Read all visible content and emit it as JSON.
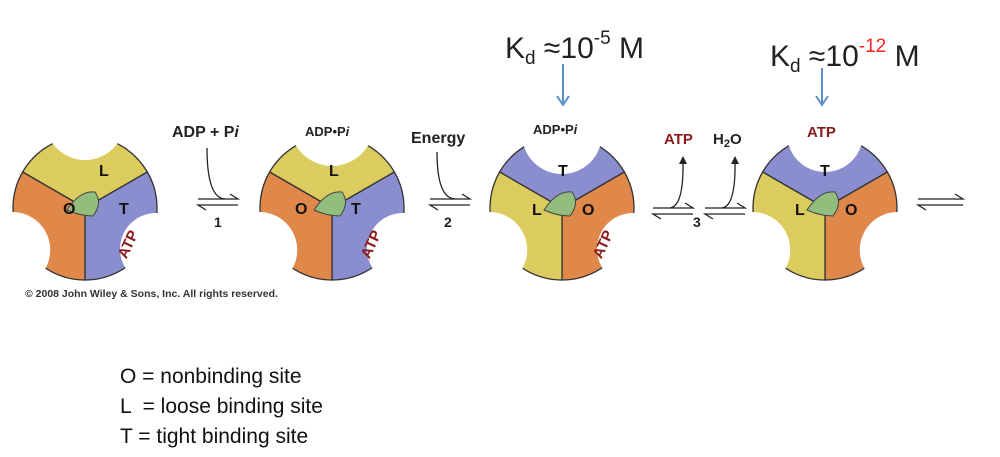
{
  "colors": {
    "yellow": "#dccb5e",
    "orange": "#e0874a",
    "blue": "#8a8ecf",
    "green": "#93bd7c",
    "atp_red": "#8b1a1a",
    "kd_arrow": "#5b8fc9",
    "red_exp": "#ff2020"
  },
  "steps": {
    "step1_reactant": "ADP + P",
    "step1_sub": "i",
    "step1_num": "1",
    "step2_reactant": "Energy",
    "step2_num": "2",
    "step3_num": "3",
    "step3_atp": "ATP",
    "step3_h2o_h": "H",
    "step3_h2o_2": "2",
    "step3_h2o_o": "O"
  },
  "rotors": [
    {
      "top": "L",
      "right": "T",
      "left": "O",
      "atp": "ATP",
      "top_label": ""
    },
    {
      "top": "L",
      "right": "T",
      "left": "O",
      "atp": "ATP",
      "top_label": "ADP•P",
      "top_sub": "i"
    },
    {
      "top": "T",
      "right": "O",
      "left": "L",
      "atp": "ATP",
      "top_label": "ADP•P",
      "top_sub": "i"
    },
    {
      "top": "T",
      "right": "O",
      "left": "L",
      "atp": "",
      "top_label": "ATP"
    }
  ],
  "kd1": {
    "k": "K",
    "sub": "d",
    "approx": " ≈10",
    "exp": "-5",
    "unit": " M"
  },
  "kd2": {
    "k": "K",
    "sub": "d",
    "approx": " ≈10",
    "exp": "-12",
    "unit": " M"
  },
  "copyright": "© 2008 John Wiley & Sons, Inc. All rights reserved.",
  "legend": [
    "O = nonbinding site",
    "L  = loose binding site",
    "T = tight binding site"
  ]
}
